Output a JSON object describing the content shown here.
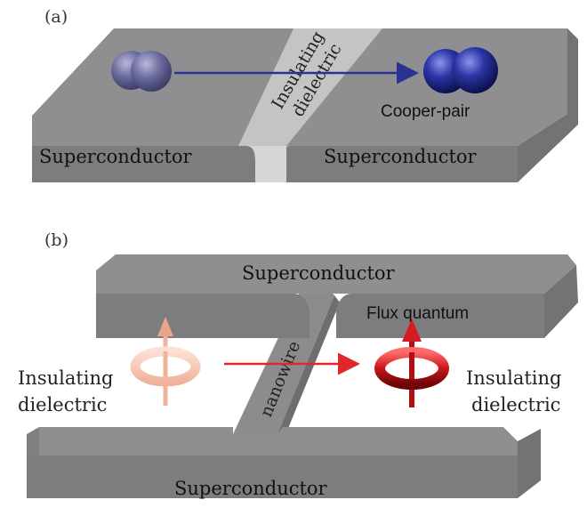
{
  "panel_a": {
    "label": "(a)",
    "barrier_label_line1": "Insulating",
    "barrier_label_line2": "dielectric",
    "left_label": "Superconductor",
    "right_label": "Superconductor",
    "pair_label": "Cooper-pair"
  },
  "panel_b": {
    "label": "(b)",
    "top_label": "Superconductor",
    "bottom_label": "Superconductor",
    "wire_label": "nanowire",
    "flux_label": "Flux quantum",
    "left_insulator_line1": "Insulating",
    "left_insulator_line2": "dielectric",
    "right_insulator_line1": "Insulating",
    "right_insulator_line2": "dielectric"
  },
  "colors": {
    "slab_top": "#8f8f91",
    "slab_front": "#7d7d80",
    "barrier": "#c4c4c6",
    "cooper_pair": "#1d2580",
    "cooper_pair_faded": "#6a6a9a",
    "arrow_blue": "#2b3292",
    "flux_red": "#c8151b",
    "flux_faded": "#f0b8a4",
    "arrow_red": "#e0282c"
  },
  "icons": {
    "cooper_pair": "double-sphere-icon",
    "flux": "vortex-ring-arrow-icon"
  }
}
